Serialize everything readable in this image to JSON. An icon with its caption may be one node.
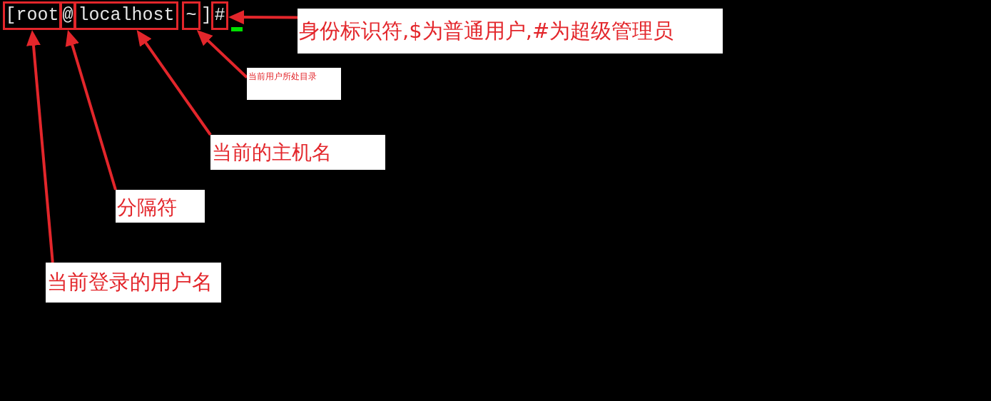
{
  "diagram": {
    "nodes": [
      {
        "text": [
          "[root"
        ]
      },
      {
        "text": [
          "@"
        ]
      },
      {
        "text": [
          "localhost"
        ]
      },
      {
        "text": [
          "~"
        ]
      },
      {
        "text": [
          "#"
        ]
      },
      {
        "text": [
          "身份标识符,$为普通用户,#为超级管理员"
        ]
      },
      {
        "text": [
          "当前用户所处目录"
        ]
      },
      {
        "text": [
          "当前的主机名"
        ]
      },
      {
        "text": [
          "分隔符"
        ]
      },
      {
        "text": [
          "当前登录的用户名"
        ]
      }
    ],
    "edges": [
      {
        "from": 5,
        "to": 4,
        "arrow": "to"
      },
      {
        "from": 6,
        "to": 3,
        "arrow": "to"
      },
      {
        "from": 7,
        "to": 2,
        "arrow": "to"
      },
      {
        "from": 8,
        "to": 1,
        "arrow": "to"
      },
      {
        "from": 9,
        "to": 0,
        "arrow": "to"
      }
    ],
    "labels": [
      "]"
    ]
  }
}
